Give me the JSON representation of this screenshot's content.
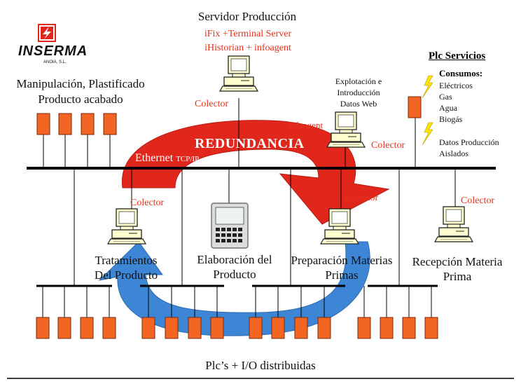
{
  "company": {
    "logo_text": "INSERMA",
    "logo_sub": "ANOIA, S.L."
  },
  "server": {
    "title": "Servidor Producción",
    "line1": "iFix +Terminal Server",
    "line2": "iHistorian + infoagent",
    "collector": "Colector"
  },
  "manipulacion": {
    "line1": "Manipulación, Plastificado",
    "line2": "Producto acabado"
  },
  "explotacion": {
    "line1": "Explotación e",
    "line2": "Introducción",
    "line3": "Datos Web",
    "infoagent": "infoagent",
    "collector": "Colector"
  },
  "plc_servicios": {
    "title": "Plc Servicios",
    "consumos": "Consumos:",
    "items": [
      "Eléctricos",
      "Gas",
      "Agua",
      "Biogás"
    ],
    "datos1": "Datos Producción",
    "datos2": "Aislados"
  },
  "redundancia": "REDUNDANCIA",
  "ethernet": {
    "label": "Ethernet",
    "suffix": "TCP/IP"
  },
  "stations": {
    "tratamientos": {
      "collector": "Colector",
      "line1": "Tratamientos",
      "line2": "Del Producto"
    },
    "elaboracion": {
      "line1": "Elaboración del",
      "line2": "Producto"
    },
    "preparacion": {
      "collector": "Colector",
      "line1": "Preparación Materias",
      "line2": "Primas"
    },
    "recepcion": {
      "collector": "Colector",
      "line1": "Recepción Materia",
      "line2": "Prima"
    }
  },
  "footer": "Plc’s + I/O distribuidas",
  "colors": {
    "plc": "#f26522",
    "accent": "#e8321e",
    "arrow_red": "#e1261c",
    "arrow_blue": "#3d86d6",
    "computer": "#fefecf"
  }
}
